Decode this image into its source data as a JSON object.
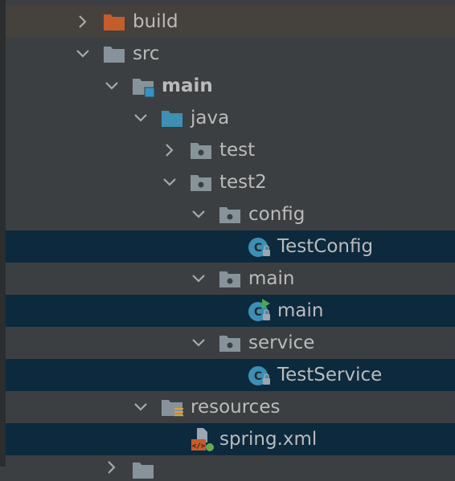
{
  "tree": {
    "items": [
      {
        "label": "build",
        "expanded": false
      },
      {
        "label": "src",
        "expanded": true
      },
      {
        "label": "main",
        "expanded": true
      },
      {
        "label": "java",
        "expanded": true
      },
      {
        "label": "test",
        "expanded": false
      },
      {
        "label": "test2",
        "expanded": true
      },
      {
        "label": "config",
        "expanded": true
      },
      {
        "label": "TestConfig"
      },
      {
        "label": "main",
        "expanded": true
      },
      {
        "label": "main"
      },
      {
        "label": "service",
        "expanded": true
      },
      {
        "label": "TestService"
      },
      {
        "label": "resources",
        "expanded": true
      },
      {
        "label": "spring.xml"
      }
    ]
  },
  "colors": {
    "background": "#3c3f41",
    "selected_row": "#0d293e",
    "build_row": "#45413c",
    "folder": "#87939a",
    "excluded_folder": "#c55c2b",
    "source_folder": "#3d8fb3",
    "class_icon": "#3d8fb3",
    "run_marker": "#4aa94a"
  }
}
